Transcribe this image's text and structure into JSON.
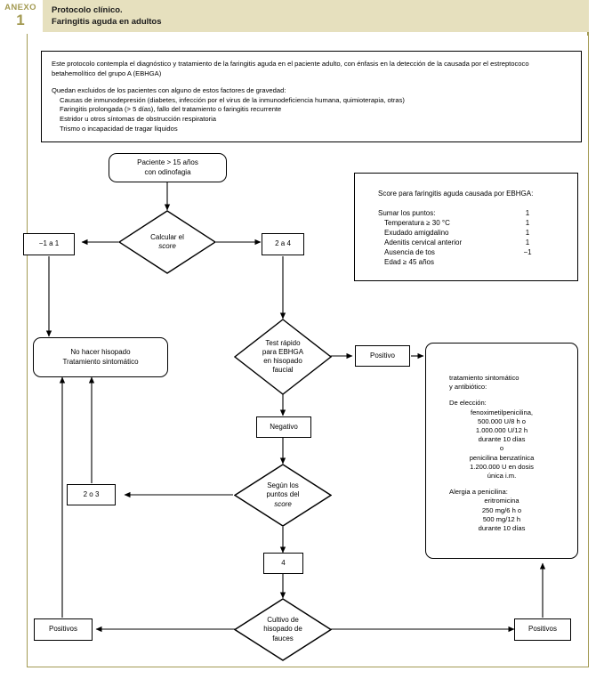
{
  "header": {
    "anexo_label": "ANEXO",
    "anexo_number": "1",
    "title_line1": "Protocolo clínico.",
    "title_line2": "Faringitis aguda en adultos",
    "band_color": "#e6e0be",
    "accent_color": "#a39a52"
  },
  "intro": {
    "paragraph1": "Este protocolo contempla el diagnóstico y tratamiento de la faringitis aguda en el paciente adulto, con énfasis en la detección de la causada por el estreptococo betahemolítico del grupo A (EBHGA)",
    "paragraph2": "Quedan excluidos de los pacientes con alguno de estos factores de gravedad:",
    "exclusions": [
      "Causas de inmunodepresión (diabetes, infección por el virus de la inmunodeficiencia humana, quimioterapia, otras)",
      "Faringitis prolongada (> 5 días), fallo del tratamiento o faringitis recurrente",
      "Estridor u otros síntomas de obstrucción respiratoria",
      "Trismo o incapacidad de tragar líquidos"
    ]
  },
  "score_panel": {
    "title": "Score para faringitis aguda causada por EBHGA:",
    "sum_label": "Sumar los puntos:",
    "sum_value": "1",
    "rows": [
      {
        "label": "Temperatura ≥ 30 °C",
        "value": "1"
      },
      {
        "label": "Exudado amigdalino",
        "value": "1"
      },
      {
        "label": "Adenitis cervical anterior",
        "value": "1"
      },
      {
        "label": "Ausencia de tos",
        "value": "−1"
      },
      {
        "label": "Edad ≥ 45 años",
        "value": ""
      }
    ]
  },
  "treatment_panel": {
    "line1": "tratamiento sintomático",
    "line2": "y antibiótico:",
    "choice_label": "De elección:",
    "choice_drug": "fenoximetilpenicilina,",
    "choice_dose1": "500.000 U/8 h o",
    "choice_dose2": "1.000.000 U/12 h",
    "choice_duration": "durante 10 días",
    "or": "o",
    "alt_drug": "penicilina benzatínica",
    "alt_dose": "1.200.000 U en dosis",
    "alt_route": "única i.m.",
    "allergy_label": "Alergia a penicilina:",
    "allergy_drug": "eritromicina",
    "allergy_dose1": "250 mg/6 h o",
    "allergy_dose2": "500 mg/12 h",
    "allergy_duration": "durante 10 días"
  },
  "flow": {
    "start": {
      "line1": "Paciente > 15 años",
      "line2": "con odinofagia"
    },
    "decision_score": {
      "line1": "Calcular el",
      "line2": "score"
    },
    "branch_low": "−1 a 1",
    "branch_high": "2 a 4",
    "no_swab": {
      "line1": "No hacer hisopado",
      "line2": "Tratamiento sintomático"
    },
    "decision_rapid_test": {
      "line1": "Test rápido",
      "line2": "para EBHGA",
      "line3": "en hisopado",
      "line4": "faucial"
    },
    "rapid_positive": "Positivo",
    "rapid_negative": "Negativo",
    "decision_score_points": {
      "line1": "Según los",
      "line2": "puntos del",
      "line3": "score"
    },
    "points_2or3": "2 o 3",
    "points_4": "4",
    "decision_culture": {
      "line1": "Cultivo de",
      "line2": "hisopado de",
      "line3": "fauces"
    },
    "culture_left": "Positivos",
    "culture_right": "Positivos"
  }
}
